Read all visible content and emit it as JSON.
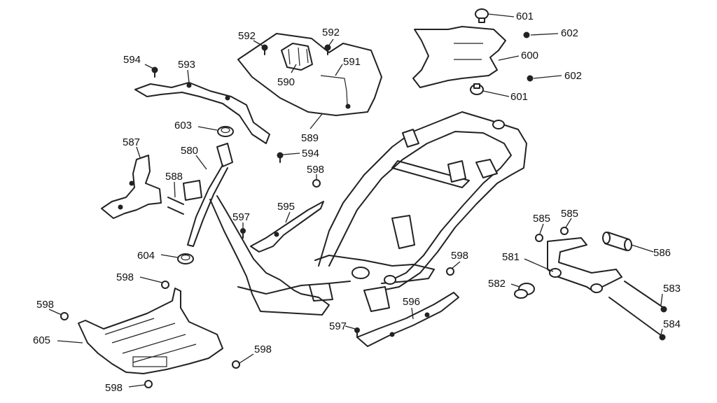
{
  "diagram": {
    "callouts": [
      {
        "id": "c592a",
        "text": "592"
      },
      {
        "id": "c592b",
        "text": "592"
      },
      {
        "id": "c591",
        "text": "591"
      },
      {
        "id": "c590",
        "text": "590"
      },
      {
        "id": "c589",
        "text": "589"
      },
      {
        "id": "c594a",
        "text": "594"
      },
      {
        "id": "c593",
        "text": "593"
      },
      {
        "id": "c603",
        "text": "603"
      },
      {
        "id": "c594b",
        "text": "594"
      },
      {
        "id": "c601a",
        "text": "601"
      },
      {
        "id": "c602a",
        "text": "602"
      },
      {
        "id": "c600",
        "text": "600"
      },
      {
        "id": "c602b",
        "text": "602"
      },
      {
        "id": "c601b",
        "text": "601"
      },
      {
        "id": "c587",
        "text": "587"
      },
      {
        "id": "c580",
        "text": "580"
      },
      {
        "id": "c588",
        "text": "588"
      },
      {
        "id": "c598a",
        "text": "598"
      },
      {
        "id": "c597a",
        "text": "597"
      },
      {
        "id": "c595",
        "text": "595"
      },
      {
        "id": "c604",
        "text": "604"
      },
      {
        "id": "c598b",
        "text": "598"
      },
      {
        "id": "c598c",
        "text": "598"
      },
      {
        "id": "c605",
        "text": "605"
      },
      {
        "id": "c598d",
        "text": "598"
      },
      {
        "id": "c598e",
        "text": "598"
      },
      {
        "id": "c597b",
        "text": "597"
      },
      {
        "id": "c596",
        "text": "596"
      },
      {
        "id": "c598f",
        "text": "598"
      },
      {
        "id": "c585a",
        "text": "585"
      },
      {
        "id": "c585b",
        "text": "585"
      },
      {
        "id": "c586",
        "text": "586"
      },
      {
        "id": "c581",
        "text": "581"
      },
      {
        "id": "c582",
        "text": "582"
      },
      {
        "id": "c583",
        "text": "583"
      },
      {
        "id": "c584",
        "text": "584"
      }
    ]
  }
}
